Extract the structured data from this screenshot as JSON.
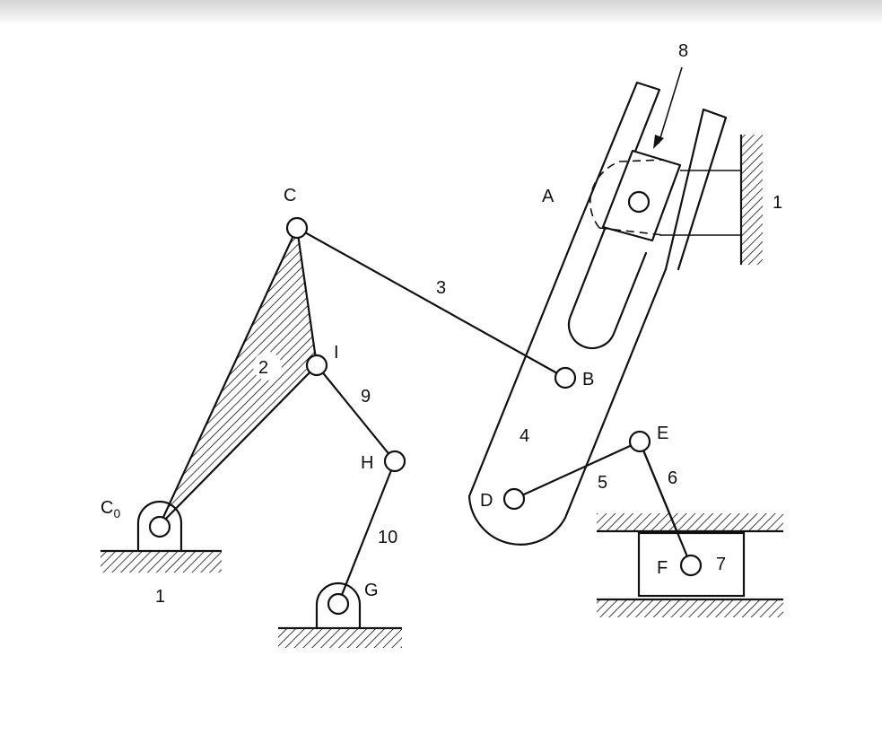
{
  "labels": {
    "C": "C",
    "C0_main": "C",
    "C0_sub": "0",
    "I": "I",
    "H": "H",
    "G": "G",
    "A": "A",
    "B": "B",
    "D": "D",
    "E": "E",
    "F": "F"
  },
  "link_numbers": {
    "ground_right": "1",
    "ground_bottom": "1",
    "link2": "2",
    "link3": "3",
    "link4": "4",
    "link5": "5",
    "link6": "6",
    "link7": "7",
    "link8": "8",
    "link9": "9",
    "link10": "10"
  }
}
